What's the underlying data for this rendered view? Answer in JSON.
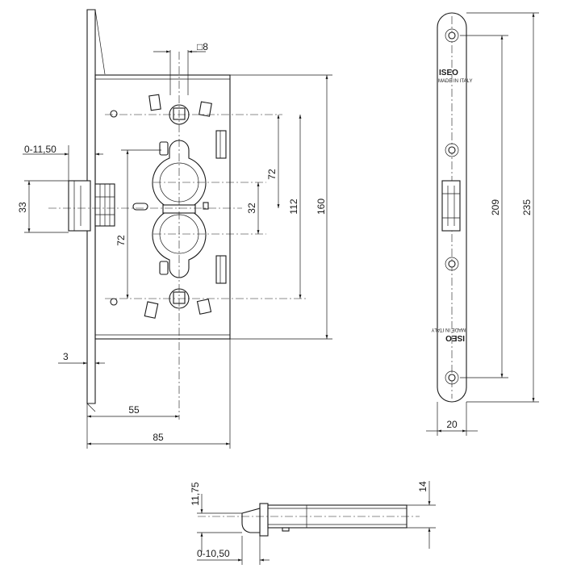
{
  "dimensions": {
    "square_8": "□8",
    "backset_range": "0-11,50",
    "latch_height": "33",
    "faceplate_thickness": "3",
    "backset": "55",
    "case_depth": "85",
    "distance_72_right": "72",
    "distance_72_left": "72",
    "distance_32": "32",
    "distance_112": "112",
    "case_height": "160",
    "hole_spacing": "209",
    "plate_length": "235",
    "plate_width": "20",
    "latch_height_bottom": "11,75",
    "latch_thickness": "14",
    "latch_projection": "0-10,50"
  },
  "marking": {
    "brand": "ISEO",
    "origin": "MADE IN ITALY"
  }
}
